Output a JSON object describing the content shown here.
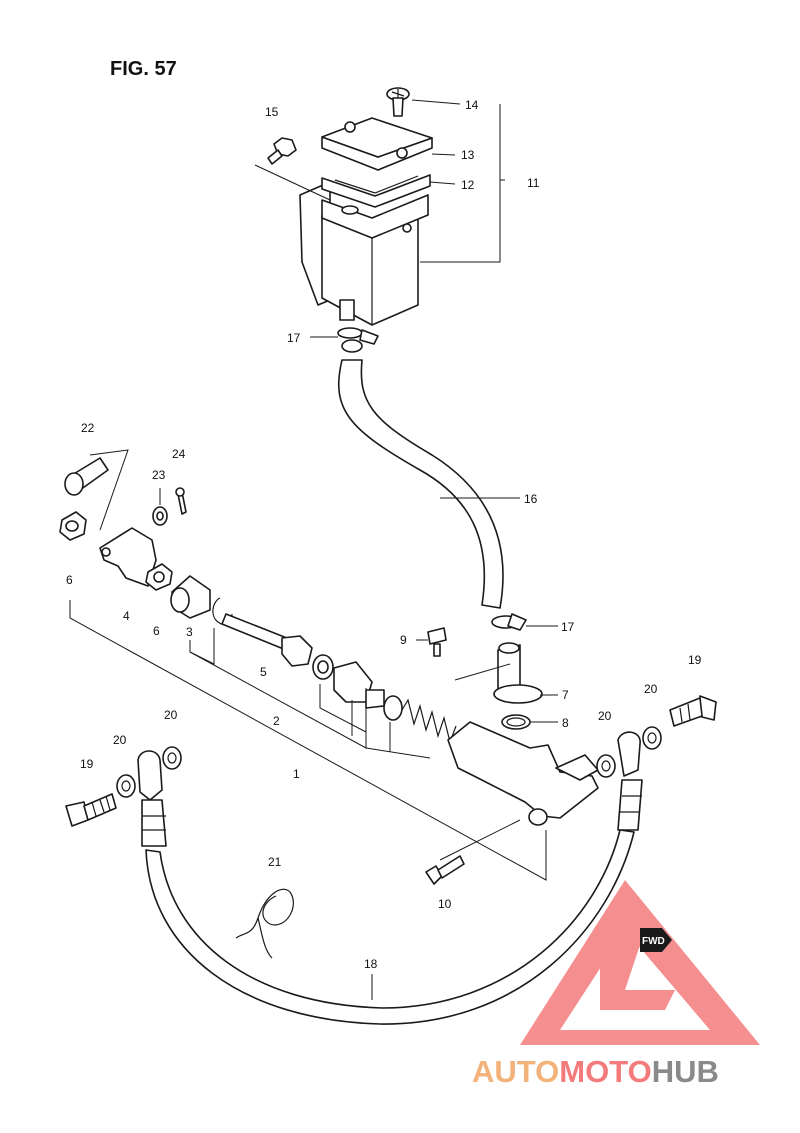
{
  "figure": {
    "title": "FIG. 57"
  },
  "callouts": {
    "c1": "1",
    "c2": "2",
    "c3": "3",
    "c4": "4",
    "c5": "5",
    "c6a": "6",
    "c6b": "6",
    "c7": "7",
    "c8": "8",
    "c9": "9",
    "c10": "10",
    "c11": "11",
    "c12": "12",
    "c13": "13",
    "c14": "14",
    "c15": "15",
    "c16": "16",
    "c17a": "17",
    "c17b": "17",
    "c18": "18",
    "c19a": "19",
    "c19b": "19",
    "c20a": "20",
    "c20b": "20",
    "c20c": "20",
    "c20d": "20",
    "c21": "21",
    "c22": "22",
    "c23": "23",
    "c24": "24"
  },
  "direction_badge": {
    "label": "FWD"
  },
  "watermark": {
    "text_part1": "AUTO",
    "text_part2": "MOTO",
    "text_part3": "HUB",
    "color_primary": "#f47b7b",
    "color_orange": "#f2b27a",
    "color_gray": "#8a8a8a"
  }
}
